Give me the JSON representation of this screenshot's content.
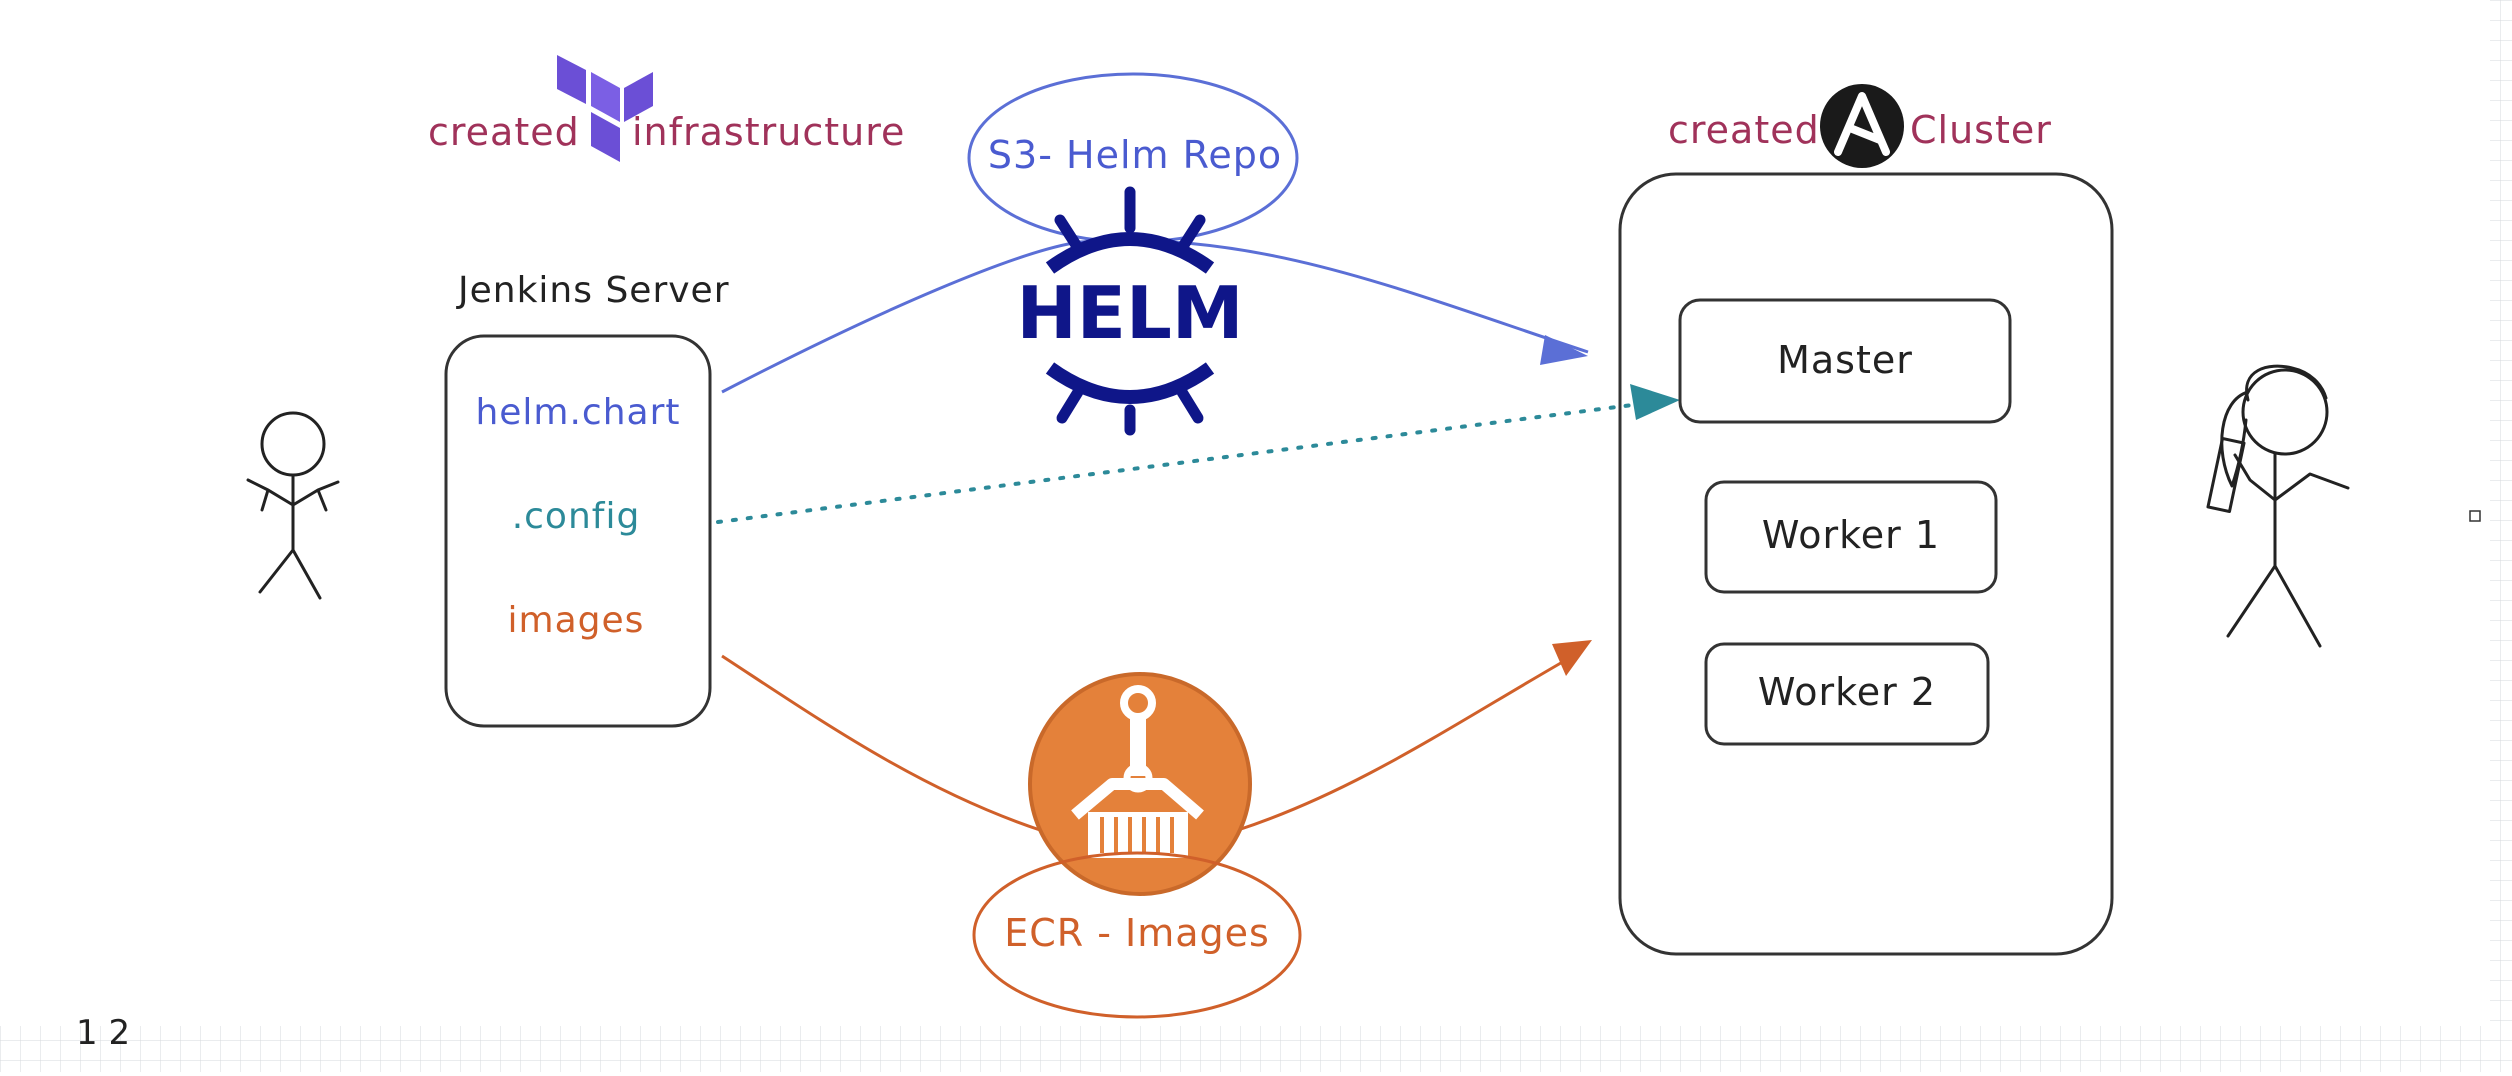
{
  "terraform_label": {
    "part1": "created",
    "part2": "infrastructure"
  },
  "ansible_label": {
    "part1": "created",
    "part2": "Cluster"
  },
  "jenkins": {
    "title": "Jenkins Server",
    "items": [
      "helm.chart",
      ".config",
      "images"
    ]
  },
  "helm": {
    "repo_label": "S3- Helm Repo",
    "logo_text": "HELM"
  },
  "ecr": {
    "label": "ECR - Images"
  },
  "cluster": {
    "nodes": [
      "Master",
      "Worker 1",
      "Worker 2"
    ]
  },
  "colors": {
    "helm_blue": "#5b6fd6",
    "helm_logo": "#0f1689",
    "config_teal": "#2c8a99",
    "images_orange": "#d0602a",
    "ecr_orange": "#e4813a",
    "label_maroon": "#a0325a",
    "terraform_purple": "#6b4fd6",
    "ink": "#222222"
  },
  "icons": [
    "terraform-logo-icon",
    "ansible-logo-icon",
    "helm-wheel-icon",
    "ecr-robot-arm-icon",
    "stick-figure-user-icon",
    "stick-figure-admin-icon"
  ]
}
